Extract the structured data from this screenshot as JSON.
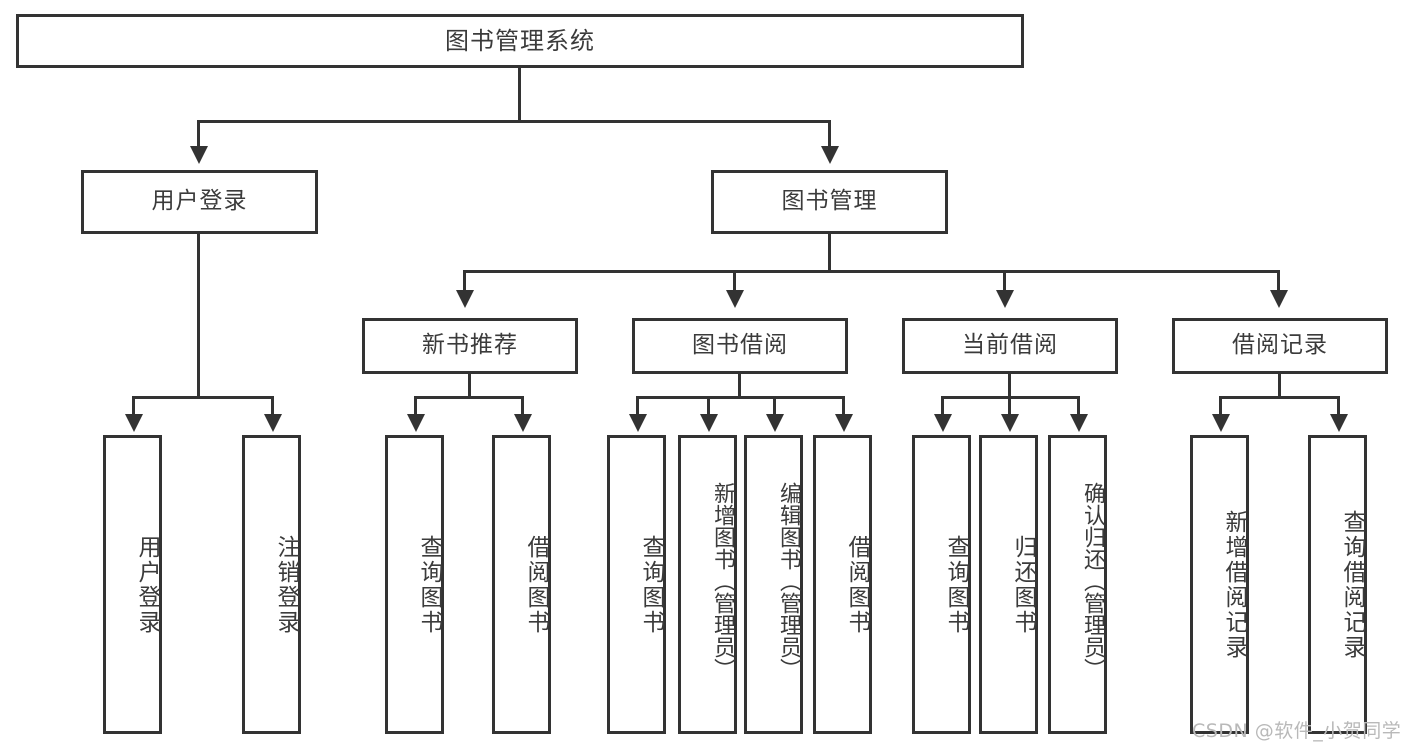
{
  "diagram": {
    "title": "图书管理系统",
    "type": "hierarchy-tree",
    "root": {
      "label": "图书管理系统"
    },
    "level1": [
      {
        "id": "user-login",
        "label": "用户登录"
      },
      {
        "id": "book-management",
        "label": "图书管理"
      }
    ],
    "level2": [
      {
        "id": "new-book-recommend",
        "label": "新书推荐",
        "parent": "book-management"
      },
      {
        "id": "book-borrow",
        "label": "图书借阅",
        "parent": "book-management"
      },
      {
        "id": "current-borrow",
        "label": "当前借阅",
        "parent": "book-management"
      },
      {
        "id": "borrow-record",
        "label": "借阅记录",
        "parent": "book-management"
      }
    ],
    "leaves": {
      "user-login": [
        {
          "id": "leaf-user-login",
          "label": "用户登录"
        },
        {
          "id": "leaf-user-logout",
          "label": "注销登录"
        }
      ],
      "new-book-recommend": [
        {
          "id": "leaf-query-book-1",
          "label": "查询图书"
        },
        {
          "id": "leaf-borrow-book-1",
          "label": "借阅图书"
        }
      ],
      "book-borrow": [
        {
          "id": "leaf-query-book-2",
          "label": "查询图书"
        },
        {
          "id": "leaf-add-book",
          "label": "新增图书（管理员）"
        },
        {
          "id": "leaf-edit-book",
          "label": "编辑图书（管理员）"
        },
        {
          "id": "leaf-borrow-book-2",
          "label": "借阅图书"
        }
      ],
      "current-borrow": [
        {
          "id": "leaf-query-book-3",
          "label": "查询图书"
        },
        {
          "id": "leaf-return-book",
          "label": "归还图书"
        },
        {
          "id": "leaf-confirm-return",
          "label": "确认归还（管理员）"
        }
      ],
      "borrow-record": [
        {
          "id": "leaf-add-record",
          "label": "新增借阅记录"
        },
        {
          "id": "leaf-query-record",
          "label": "查询借阅记录"
        }
      ]
    }
  },
  "watermark": {
    "text": "CSDN @软件_小贺同学"
  },
  "colors": {
    "stroke": "#333333",
    "text": "#3b3b3b",
    "background": "#ffffff",
    "watermark": "#b9b9b9"
  }
}
